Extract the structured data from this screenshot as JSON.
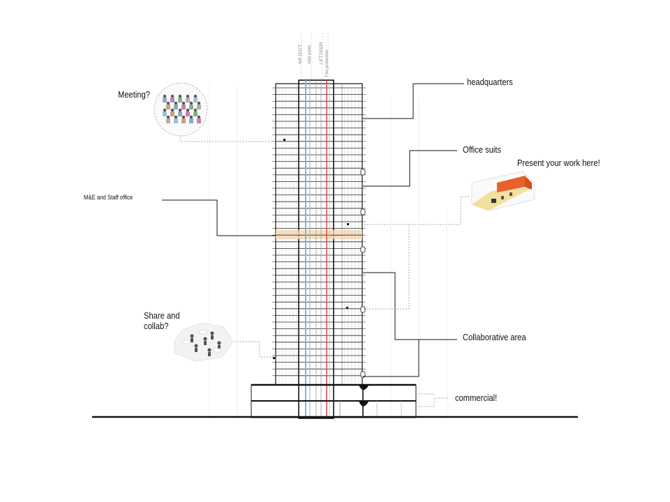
{
  "labels": {
    "headquarters": "headquarters",
    "office_suits": "Office suits",
    "present_work": "Present your work here!",
    "meeting": "Meeting?",
    "me_staff": "M&E and Staff office",
    "share_line1": "Share and",
    "share_line2": "collab?",
    "collaborative": "Collaborative area",
    "commercial": "commercial!"
  },
  "risers": [
    "AIR DUCT",
    "cold water",
    "LIFT DOOR",
    "Fire protection"
  ],
  "colors": {
    "ink": "#111111",
    "cold_water": "#7ab8d8",
    "fire": "#d9534f",
    "highlight_floor": "#f6d7b0",
    "presentation_room": "#e8602c",
    "presentation_floor": "#f3dfa0"
  }
}
